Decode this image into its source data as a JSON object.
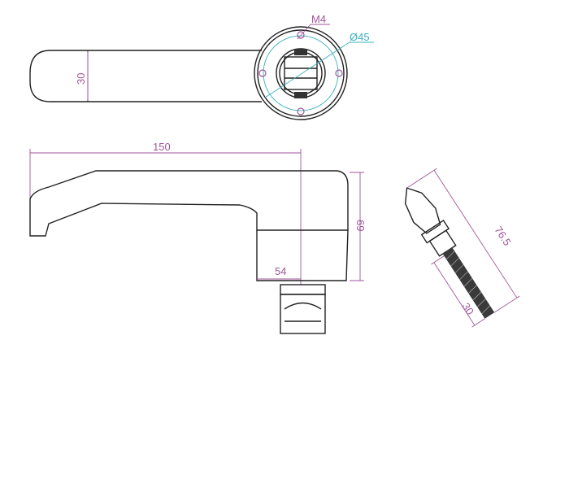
{
  "drawing": {
    "top_view": {
      "width_label": "30",
      "thread_label": "M4",
      "diameter_label": "Ø45"
    },
    "front_view": {
      "length_label": "150",
      "height_label": "69",
      "base_label": "54"
    },
    "screw_view": {
      "total_length_label": "76.5",
      "thread_length_label": "30"
    },
    "colors": {
      "outline": "#222222",
      "dimension": "#a0569a",
      "center": "#3ab2bd"
    }
  }
}
